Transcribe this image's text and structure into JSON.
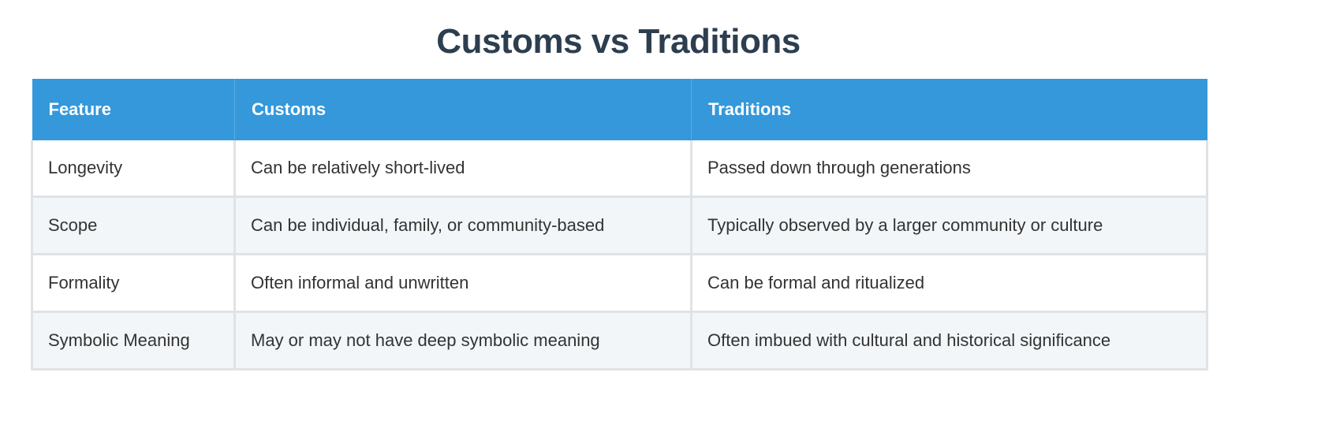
{
  "title": "Customs vs Traditions",
  "colors": {
    "header_bg": "#3498db",
    "title": "#2c3e50",
    "alt_row": "#f2f6f9",
    "border": "#dfe3e6"
  },
  "table": {
    "headers": [
      "Feature",
      "Customs",
      "Traditions"
    ],
    "rows": [
      [
        "Longevity",
        "Can be relatively short-lived",
        "Passed down through generations"
      ],
      [
        "Scope",
        "Can be individual, family, or community-based",
        "Typically observed by a larger community or culture"
      ],
      [
        "Formality",
        "Often informal and unwritten",
        "Can be formal and ritualized"
      ],
      [
        "Symbolic Meaning",
        "May or may not have deep symbolic meaning",
        "Often imbued with cultural and historical significance"
      ]
    ]
  }
}
